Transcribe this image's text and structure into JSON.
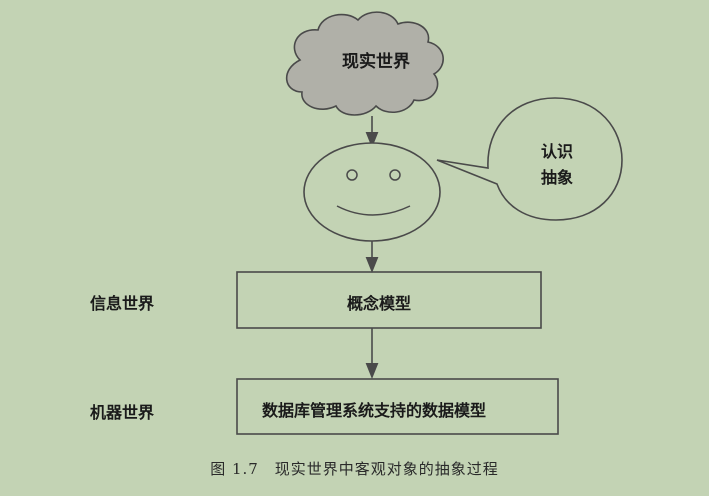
{
  "diagram": {
    "cloud_label": "现实世界",
    "bubble_label_line1": "认识",
    "bubble_label_line2": "抽象",
    "info_world_label": "信息世界",
    "machine_world_label": "机器世界",
    "concept_model_label": "概念模型",
    "data_model_label": "数据库管理系统支持的数据模型"
  },
  "caption": "图 1.7　现实世界中客观对象的抽象过程",
  "colors": {
    "background": "#c3d3b4",
    "line": "#4a4a4a",
    "cloud_fill": "#b0b0a8"
  }
}
